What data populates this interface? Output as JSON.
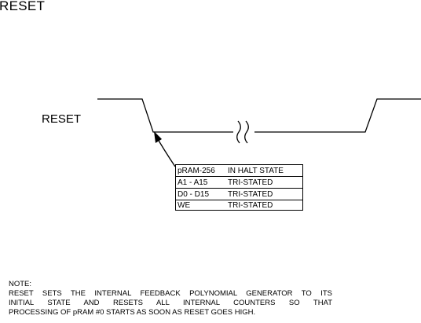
{
  "title": "RESET",
  "signal_label": "RESET",
  "state_table": {
    "rows": [
      {
        "signal": "pRAM-256",
        "state": "IN HALT STATE"
      },
      {
        "signal": "A1 - A15",
        "state": "TRI-STATED"
      },
      {
        "signal": "D0 - D15",
        "state": "TRI-STATED"
      },
      {
        "signal": "WE",
        "state": "TRI-STATED"
      }
    ]
  },
  "note": {
    "heading": "NOTE:",
    "lines": [
      "RESET SETS THE INTERNAL FEEDBACK POLYNOMIAL GENERATOR TO ITS",
      "INITIAL STATE AND RESETS ALL INTERNAL COUNTERS SO THAT",
      "PROCESSING OF pRAM #0 STARTS AS SOON AS RESET GOES HIGH."
    ]
  },
  "colors": {
    "line": "#000000",
    "background": "#ffffff"
  }
}
